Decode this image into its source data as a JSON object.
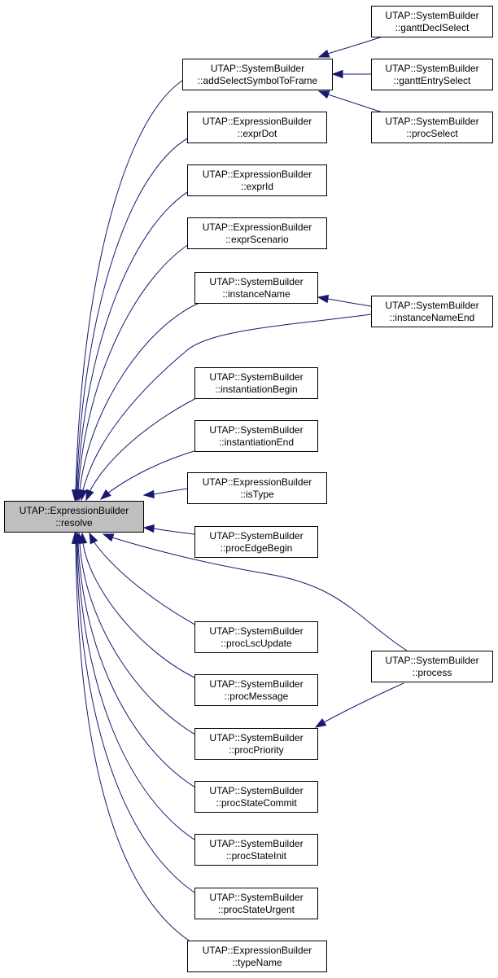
{
  "graph": {
    "edge_color": "#191970",
    "focus_fill": "#bfbfbf",
    "nodes": {
      "resolve": {
        "l1": "UTAP::ExpressionBuilder",
        "l2": "::resolve"
      },
      "addSelectSymbolToFrame": {
        "l1": "UTAP::SystemBuilder",
        "l2": "::addSelectSymbolToFrame"
      },
      "ganttDeclSelect": {
        "l1": "UTAP::SystemBuilder",
        "l2": "::ganttDeclSelect"
      },
      "ganttEntrySelect": {
        "l1": "UTAP::SystemBuilder",
        "l2": "::ganttEntrySelect"
      },
      "procSelect": {
        "l1": "UTAP::SystemBuilder",
        "l2": "::procSelect"
      },
      "exprDot": {
        "l1": "UTAP::ExpressionBuilder",
        "l2": "::exprDot"
      },
      "exprId": {
        "l1": "UTAP::ExpressionBuilder",
        "l2": "::exprId"
      },
      "exprScenario": {
        "l1": "UTAP::ExpressionBuilder",
        "l2": "::exprScenario"
      },
      "instanceName": {
        "l1": "UTAP::SystemBuilder",
        "l2": "::instanceName"
      },
      "instanceNameEnd": {
        "l1": "UTAP::SystemBuilder",
        "l2": "::instanceNameEnd"
      },
      "instantiationBegin": {
        "l1": "UTAP::SystemBuilder",
        "l2": "::instantiationBegin"
      },
      "instantiationEnd": {
        "l1": "UTAP::SystemBuilder",
        "l2": "::instantiationEnd"
      },
      "isType": {
        "l1": "UTAP::ExpressionBuilder",
        "l2": "::isType"
      },
      "procEdgeBegin": {
        "l1": "UTAP::SystemBuilder",
        "l2": "::procEdgeBegin"
      },
      "procLscUpdate": {
        "l1": "UTAP::SystemBuilder",
        "l2": "::procLscUpdate"
      },
      "procMessage": {
        "l1": "UTAP::SystemBuilder",
        "l2": "::procMessage"
      },
      "procPriority": {
        "l1": "UTAP::SystemBuilder",
        "l2": "::procPriority"
      },
      "process": {
        "l1": "UTAP::SystemBuilder",
        "l2": "::process"
      },
      "procStateCommit": {
        "l1": "UTAP::SystemBuilder",
        "l2": "::procStateCommit"
      },
      "procStateInit": {
        "l1": "UTAP::SystemBuilder",
        "l2": "::procStateInit"
      },
      "procStateUrgent": {
        "l1": "UTAP::SystemBuilder",
        "l2": "::procStateUrgent"
      },
      "typeName": {
        "l1": "UTAP::ExpressionBuilder",
        "l2": "::typeName"
      }
    },
    "edges": [
      {
        "from": "addSelectSymbolToFrame",
        "to": "resolve"
      },
      {
        "from": "exprDot",
        "to": "resolve"
      },
      {
        "from": "exprId",
        "to": "resolve"
      },
      {
        "from": "exprScenario",
        "to": "resolve"
      },
      {
        "from": "instanceName",
        "to": "resolve"
      },
      {
        "from": "instanceNameEnd",
        "to": "resolve"
      },
      {
        "from": "instantiationBegin",
        "to": "resolve"
      },
      {
        "from": "instantiationEnd",
        "to": "resolve"
      },
      {
        "from": "isType",
        "to": "resolve"
      },
      {
        "from": "procEdgeBegin",
        "to": "resolve"
      },
      {
        "from": "process",
        "to": "resolve"
      },
      {
        "from": "procLscUpdate",
        "to": "resolve"
      },
      {
        "from": "procMessage",
        "to": "resolve"
      },
      {
        "from": "procPriority",
        "to": "resolve"
      },
      {
        "from": "procStateCommit",
        "to": "resolve"
      },
      {
        "from": "procStateInit",
        "to": "resolve"
      },
      {
        "from": "procStateUrgent",
        "to": "resolve"
      },
      {
        "from": "typeName",
        "to": "resolve"
      },
      {
        "from": "ganttDeclSelect",
        "to": "addSelectSymbolToFrame"
      },
      {
        "from": "ganttEntrySelect",
        "to": "addSelectSymbolToFrame"
      },
      {
        "from": "procSelect",
        "to": "addSelectSymbolToFrame"
      },
      {
        "from": "instanceNameEnd",
        "to": "instanceName"
      },
      {
        "from": "process",
        "to": "procPriority"
      }
    ]
  }
}
